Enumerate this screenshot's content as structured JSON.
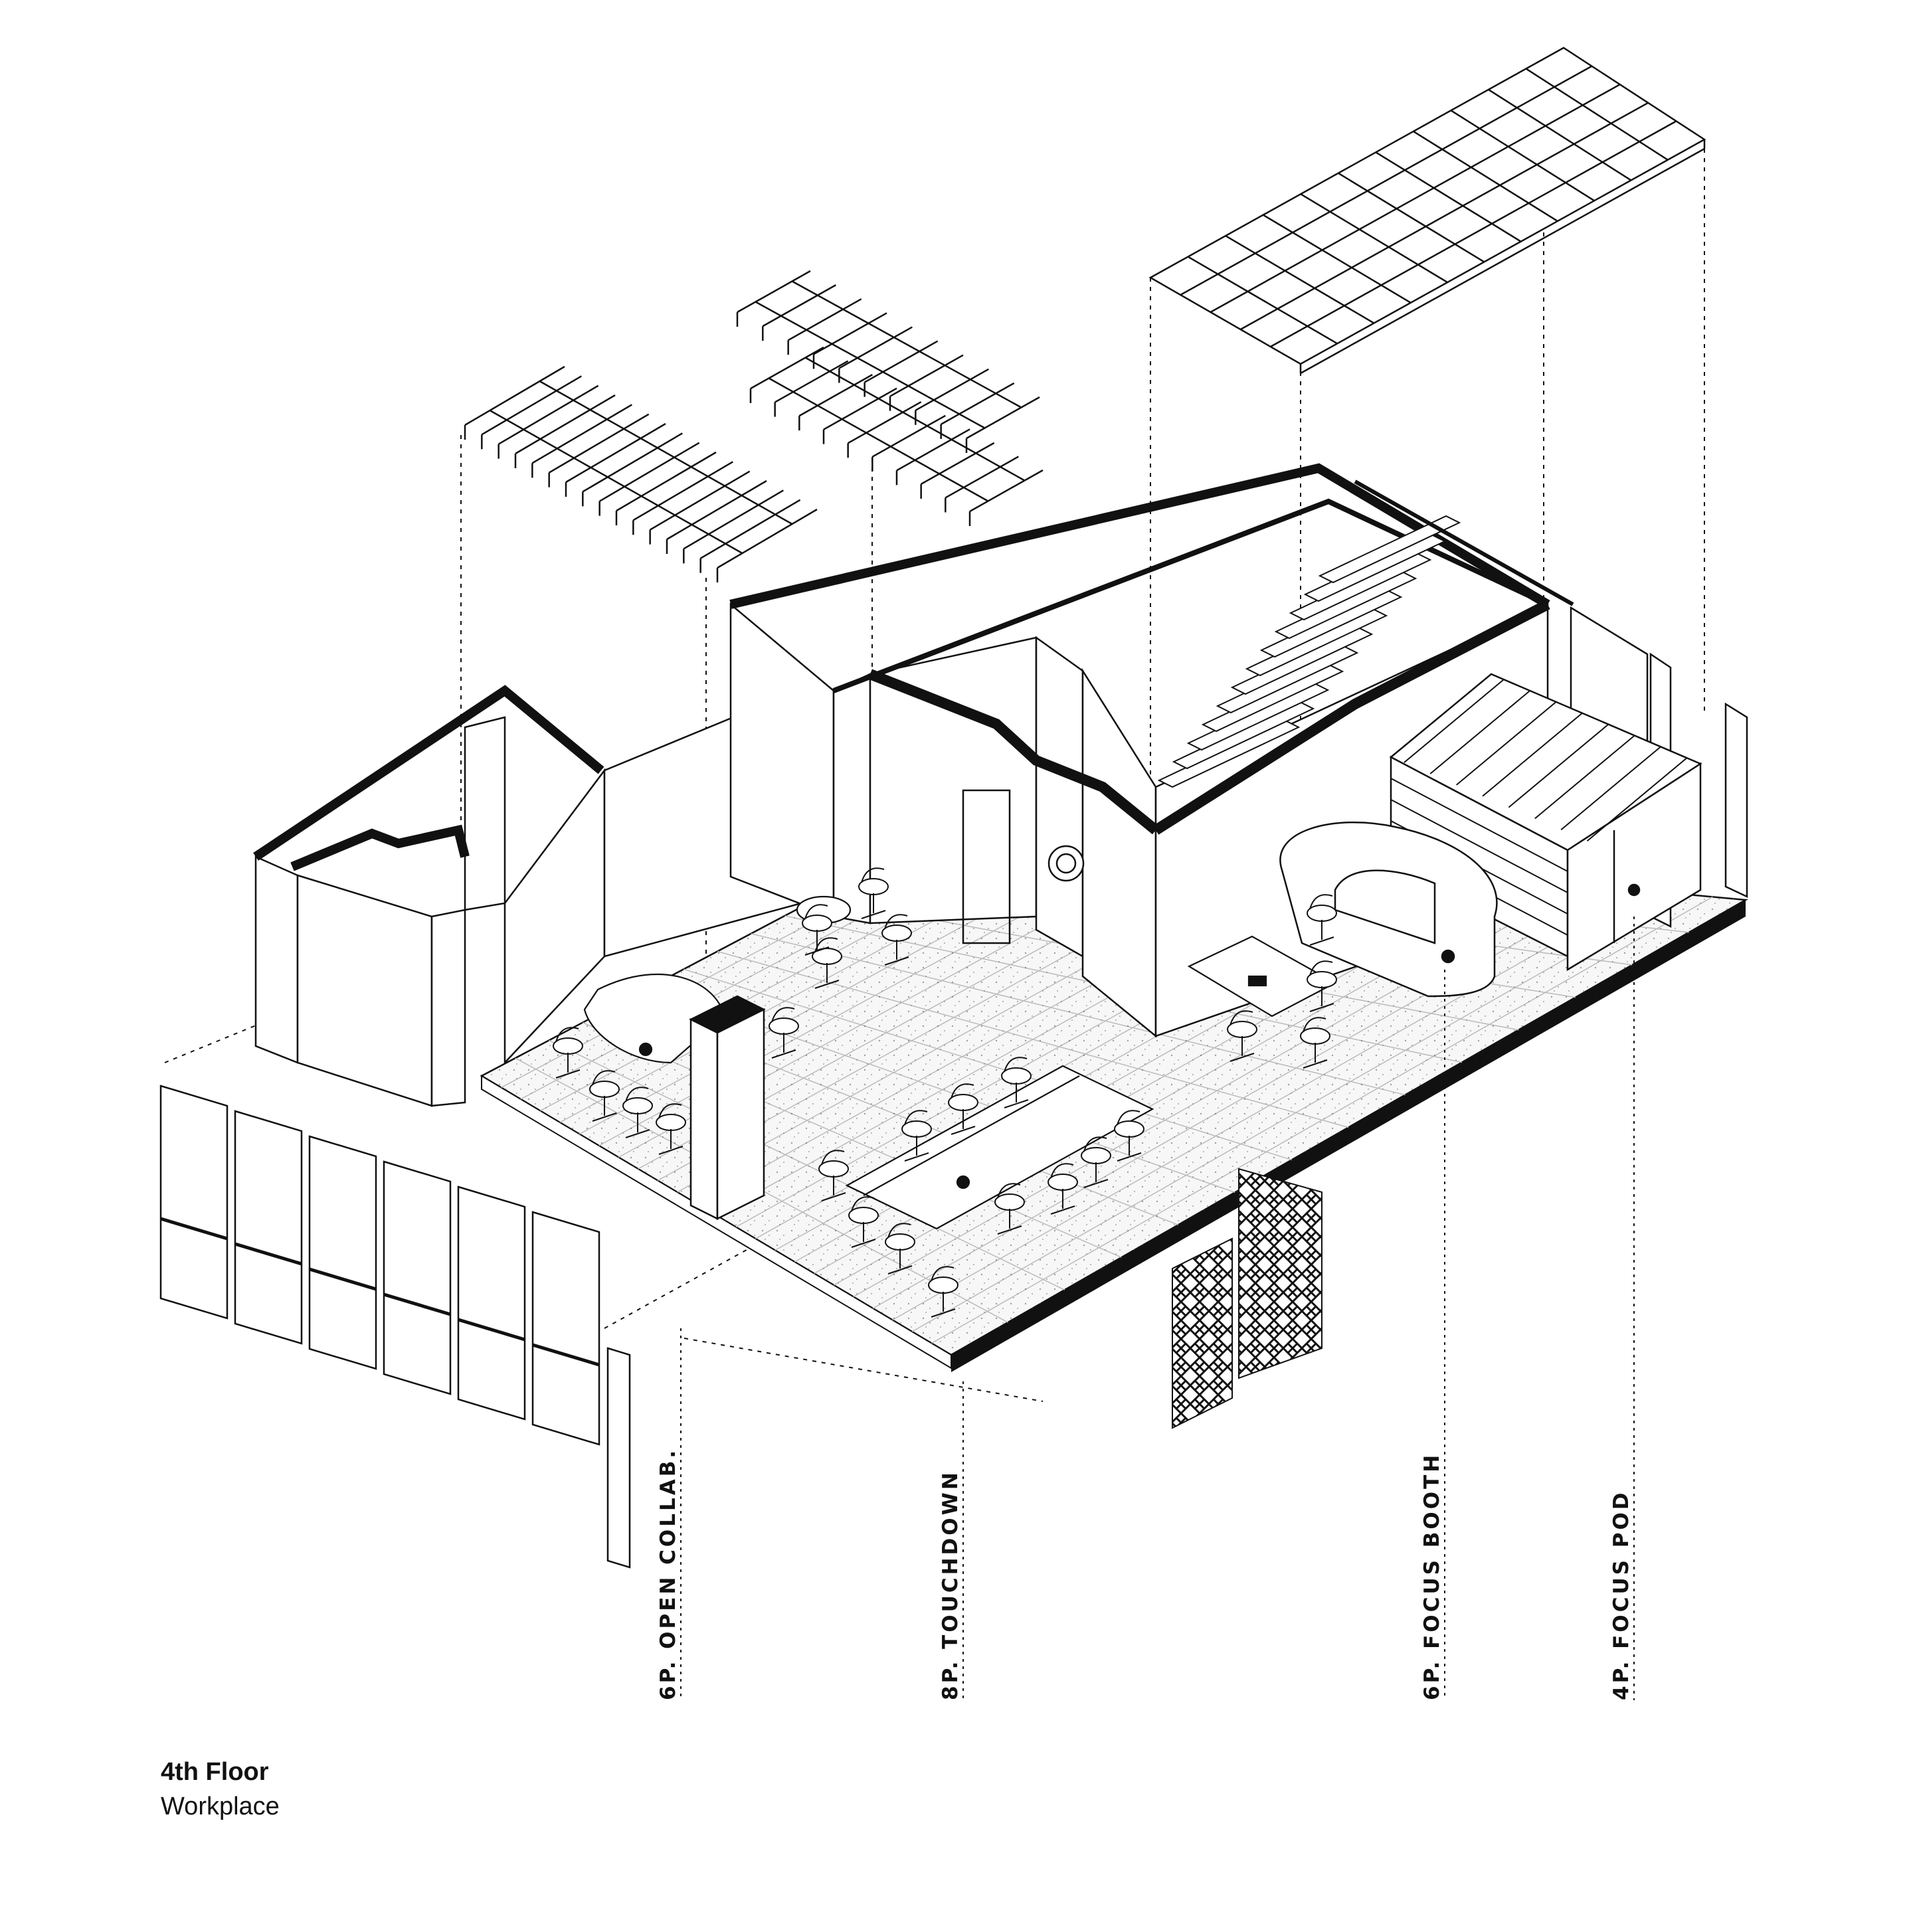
{
  "caption": {
    "title": "4th Floor",
    "subtitle": "Workplace"
  },
  "zones": [
    {
      "label": "6P. OPEN COLLAB."
    },
    {
      "label": "8P. TOUCHDOWN"
    },
    {
      "label": "6P. FOCUS BOOTH"
    },
    {
      "label": "4P. FOCUS POD"
    }
  ],
  "colors": {
    "ink": "#111111",
    "paper": "#ffffff",
    "floor_tile": "#f7f7f7"
  }
}
